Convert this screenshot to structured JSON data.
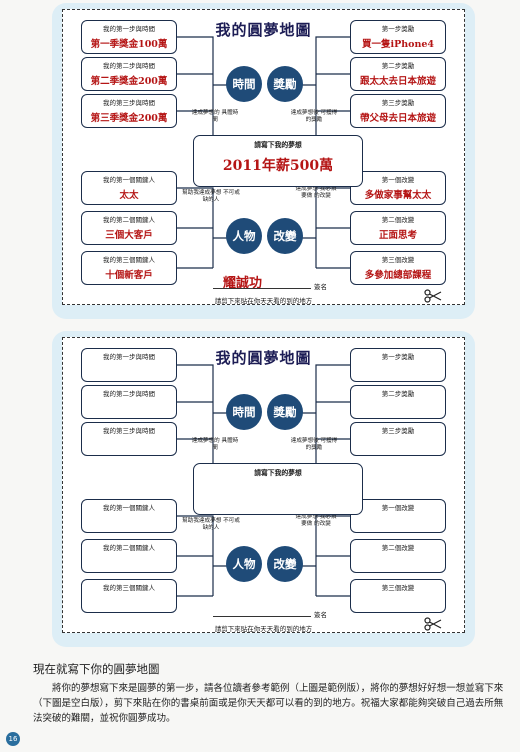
{
  "maps": [
    {
      "title": "我的圓夢地圖",
      "left": [
        {
          "label": "我的第一步與時間",
          "value": "第一季獎金100萬"
        },
        {
          "label": "我的第二步與時間",
          "value": "第二季獎金200萬"
        },
        {
          "label": "我的第三步與時間",
          "value": "第三季獎金200萬"
        },
        {
          "label": "我的第一個關鍵人",
          "value": "太太"
        },
        {
          "label": "我的第二個關鍵人",
          "value": "三個大客戶"
        },
        {
          "label": "我的第三個關鍵人",
          "value": "十個新客戶"
        }
      ],
      "right": [
        {
          "label": "第一步獎勵",
          "value": "買一隻iPhone4"
        },
        {
          "label": "第二步獎勵",
          "value": "跟太太去日本旅遊"
        },
        {
          "label": "第三步獎勵",
          "value": "帶父母去日本旅遊"
        },
        {
          "label": "第一個改變",
          "value": "多做家事幫太太"
        },
        {
          "label": "第二個改變",
          "value": "正面思考"
        },
        {
          "label": "第三個改變",
          "value": "多參加總部課程"
        }
      ],
      "circles": {
        "time": "時間",
        "reward": "獎勵",
        "people": "人物",
        "change": "改變"
      },
      "notes": {
        "time": "達成夢想的 具體時間",
        "reward": "達成夢想後 可獲得的獎勵",
        "people": "幫助我達成夢想 不可或缺的人",
        "change": "達成夢想 我必須要做 的改變"
      },
      "center": {
        "label": "請寫下我的夢想",
        "value": "2011年薪500萬"
      },
      "signature": {
        "label": "簽名",
        "value": "耀誠功"
      },
      "cut_text": "請剪下來貼在你天天看的到的地方"
    },
    {
      "title": "我的圓夢地圖",
      "left": [
        {
          "label": "我的第一步與時間",
          "value": ""
        },
        {
          "label": "我的第二步與時間",
          "value": ""
        },
        {
          "label": "我的第三步與時間",
          "value": ""
        },
        {
          "label": "我的第一個關鍵人",
          "value": ""
        },
        {
          "label": "我的第二個關鍵人",
          "value": ""
        },
        {
          "label": "我的第三個關鍵人",
          "value": ""
        }
      ],
      "right": [
        {
          "label": "第一步獎勵",
          "value": ""
        },
        {
          "label": "第二步獎勵",
          "value": ""
        },
        {
          "label": "第三步獎勵",
          "value": ""
        },
        {
          "label": "第一個改變",
          "value": ""
        },
        {
          "label": "第二個改變",
          "value": ""
        },
        {
          "label": "第三個改變",
          "value": ""
        }
      ],
      "circles": {
        "time": "時間",
        "reward": "獎勵",
        "people": "人物",
        "change": "改變"
      },
      "notes": {
        "time": "達成夢想的 具體時間",
        "reward": "達成夢想後 可獲得的獎勵",
        "people": "幫助我達成夢想 不可或缺的人",
        "change": "達成夢想 我必須要做 的改變"
      },
      "center": {
        "label": "請寫下我的夢想",
        "value": ""
      },
      "signature": {
        "label": "簽名",
        "value": ""
      },
      "cut_text": "請剪下來貼在你天天看的到的地方"
    }
  ],
  "section_title": "現在就寫下你的圓夢地圖",
  "body": "將你的夢想寫下來是圓夢的第一步，請各位讀者參考範例（上圖是範例版），將你的夢想好好想一想並寫下來（下圖是空白版），剪下來貼在你的書桌前面或是你天天都可以看的到的地方。祝福大家都能夠突破自己過去所無法突破的難關，並祝你圓夢成功。",
  "page_number": "16",
  "colors": {
    "circle": "#1f4b78",
    "handwriting": "#b51515",
    "card": "#ddeef6"
  },
  "icons": [
    "scissors-icon"
  ]
}
